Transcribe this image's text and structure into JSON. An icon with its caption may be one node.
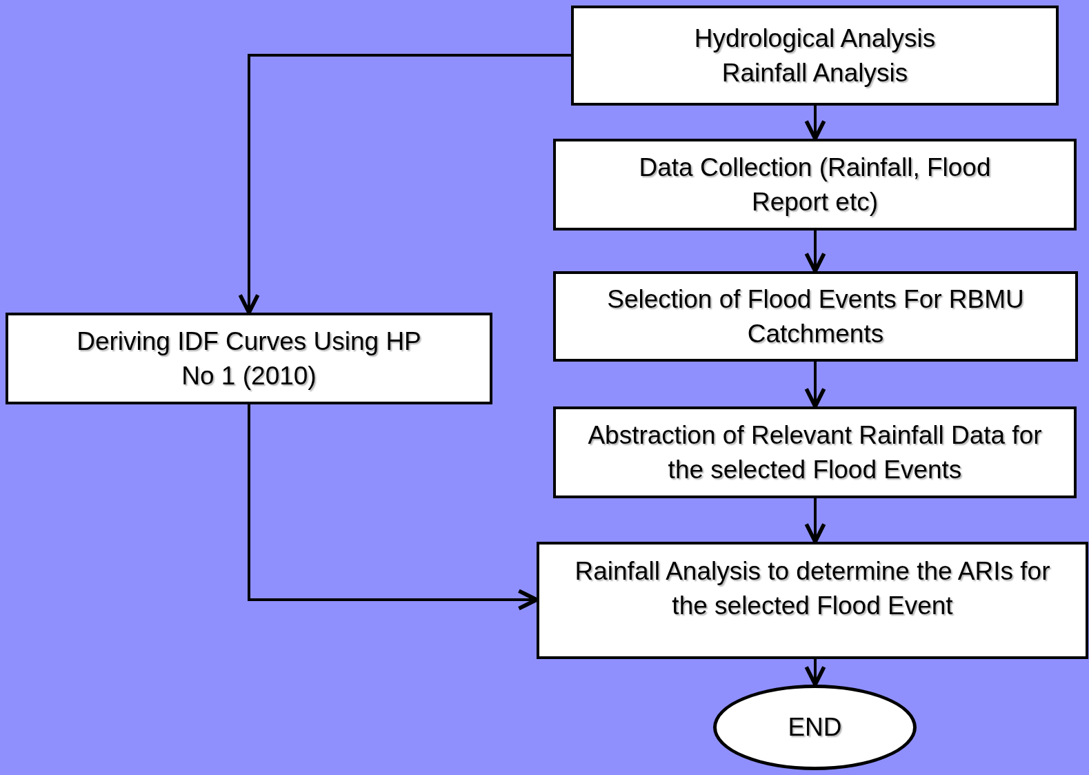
{
  "diagram": {
    "nodes": [
      {
        "text": [
          "Hydrological Analysis",
          "Rainfall Analysis"
        ]
      },
      {
        "text": [
          "Data Collection (Rainfall, Flood Report etc)"
        ]
      },
      {
        "text": [
          "Selection of Flood Events For RBMU Catchments"
        ]
      },
      {
        "text": [
          "Abstraction of Relevant Rainfall Data for the selected Flood Events"
        ]
      },
      {
        "text": [
          "Rainfall Analysis to determine the ARIs for the selected Flood Event"
        ]
      },
      {
        "text": [
          "END"
        ]
      },
      {
        "text": [
          "Deriving IDF Curves Using HP No 1 (2010)"
        ]
      }
    ],
    "edges": [
      {
        "from": 0,
        "to": 1,
        "arrow": "to"
      },
      {
        "from": 1,
        "to": 2,
        "arrow": "to"
      },
      {
        "from": 2,
        "to": 3,
        "arrow": "to"
      },
      {
        "from": 3,
        "to": 4,
        "arrow": "to"
      },
      {
        "from": 4,
        "to": 5,
        "arrow": "to"
      },
      {
        "from": 0,
        "to": 6,
        "arrow": "to"
      },
      {
        "from": 6,
        "to": 4,
        "arrow": "to"
      }
    ]
  }
}
